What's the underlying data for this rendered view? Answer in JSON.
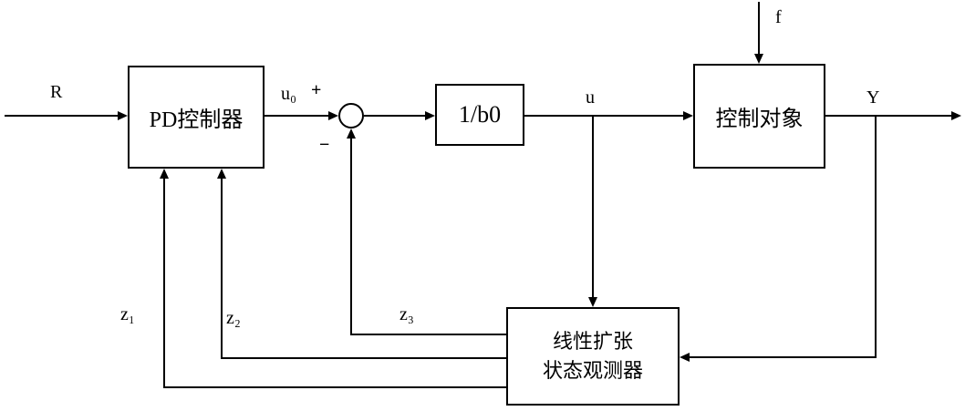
{
  "diagram": {
    "blocks": {
      "pd_controller": "PD控制器",
      "gain": "1/b0",
      "plant": "控制对象",
      "observer_line1": "线性扩张",
      "observer_line2": "状态观测器"
    },
    "labels": {
      "r": "R",
      "u0": "u₀",
      "plus": "+",
      "minus": "−",
      "u": "u",
      "f": "f",
      "y": "Y",
      "z1": "z₁",
      "z2": "z₂",
      "z3": "z₃"
    },
    "colors": {
      "line": "#000000",
      "background": "#ffffff"
    }
  }
}
